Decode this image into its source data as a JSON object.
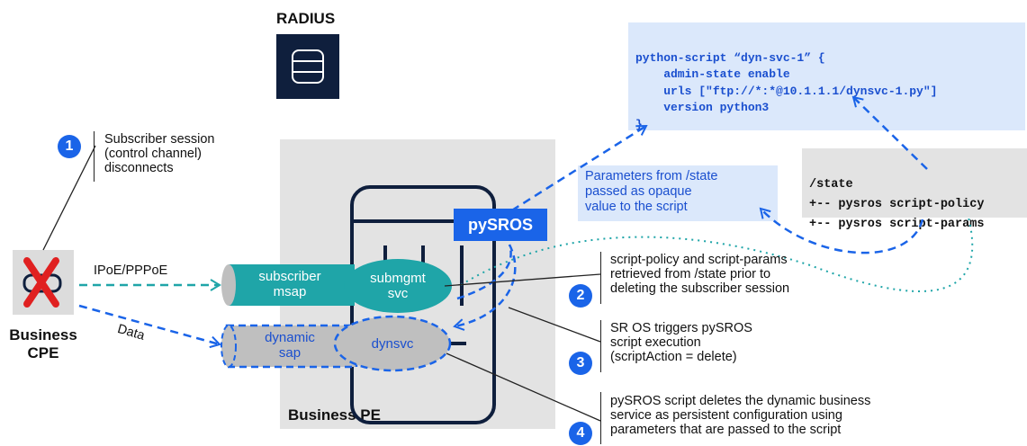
{
  "radius": {
    "label": "RADIUS"
  },
  "code": {
    "lines": [
      "python-script “dyn-svc-1” {",
      "    admin-state enable",
      "    urls [\"ftp://*:*@10.1.1.1/dynsvc-1.py\"]",
      "    version python3",
      "}"
    ]
  },
  "state_box": {
    "lines": [
      "/state",
      "+-- pysros script-policy",
      "+-- pysros script-params"
    ]
  },
  "params_note": {
    "text": "Parameters from /state\npassed as opaque\nvalue to the script"
  },
  "pysros": {
    "label": "pySROS"
  },
  "business_pe": {
    "label": "Business PE"
  },
  "cpe": {
    "label": "Business\nCPE",
    "link_ipoe": "IPoE/PPPoE",
    "link_data": "Data"
  },
  "subscriber_msap": {
    "label": "subscriber\nmsap"
  },
  "submgmt_svc": {
    "label": "submgmt\nsvc"
  },
  "dynamic_sap": {
    "label": "dynamic\nsap"
  },
  "dynsvc": {
    "label": "dynsvc"
  },
  "steps": [
    {
      "num": "1",
      "text": "Subscriber session\n(control channel)\ndisconnects"
    },
    {
      "num": "2",
      "text": "script-policy and script-params\nretrieved from /state prior to\ndeleting the subscriber session"
    },
    {
      "num": "3",
      "text": "SR OS triggers pySROS\nscript execution\n(scriptAction = delete)"
    },
    {
      "num": "4",
      "text": "pySROS script deletes the dynamic business\nservice as persistent configuration using\nparameters that are passed to the script"
    }
  ],
  "colors": {
    "blue": "#1a64e8",
    "teal": "#1fa5a8",
    "light_blue": "#dbe8fb",
    "grey": "#e3e3e3",
    "dark": "#0f1f3d"
  }
}
